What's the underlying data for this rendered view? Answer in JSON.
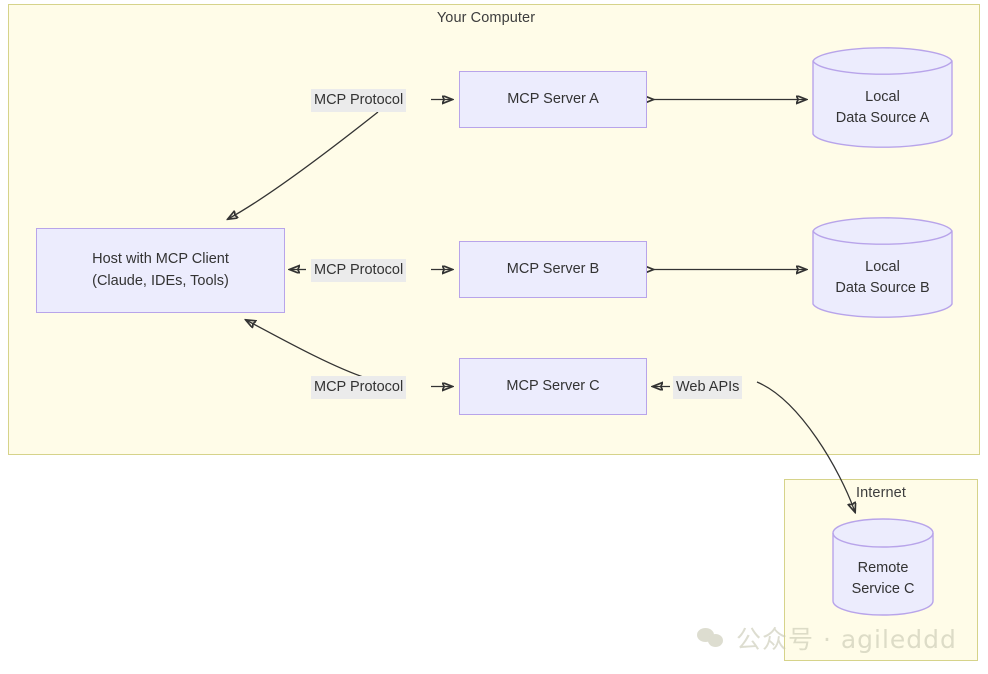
{
  "zones": {
    "computer": {
      "title": "Your Computer",
      "fill": "#fffce8",
      "stroke": "#d6d38a"
    },
    "internet": {
      "title": "Internet",
      "fill": "#fffce8",
      "stroke": "#d6d38a"
    }
  },
  "nodes": {
    "host": {
      "line1": "Host with MCP Client",
      "line2": "(Claude, IDEs, Tools)"
    },
    "server_a": {
      "label": "MCP Server A"
    },
    "server_b": {
      "label": "MCP Server B"
    },
    "server_c": {
      "label": "MCP Server C"
    }
  },
  "datastores": {
    "local_a": {
      "line1": "Local",
      "line2": "Data Source A"
    },
    "local_b": {
      "line1": "Local",
      "line2": "Data Source B"
    },
    "remote_c": {
      "line1": "Remote",
      "line2": "Service C"
    }
  },
  "edges": {
    "protocol_a": {
      "label": "MCP Protocol"
    },
    "protocol_b": {
      "label": "MCP Protocol"
    },
    "protocol_c": {
      "label": "MCP Protocol"
    },
    "web_apis": {
      "label": "Web APIs"
    }
  },
  "watermark": {
    "text": "公众号 · agileddd",
    "logo": "wechat-icon",
    "color": "#c9c9b4"
  },
  "palette": {
    "node_fill": "#ececfd",
    "node_stroke": "#b8a4ea",
    "zone_fill": "#fffce8",
    "zone_stroke": "#d6d38a",
    "edge_stroke": "#333333",
    "label_fill": "#ebebeb",
    "text": "#333333"
  }
}
